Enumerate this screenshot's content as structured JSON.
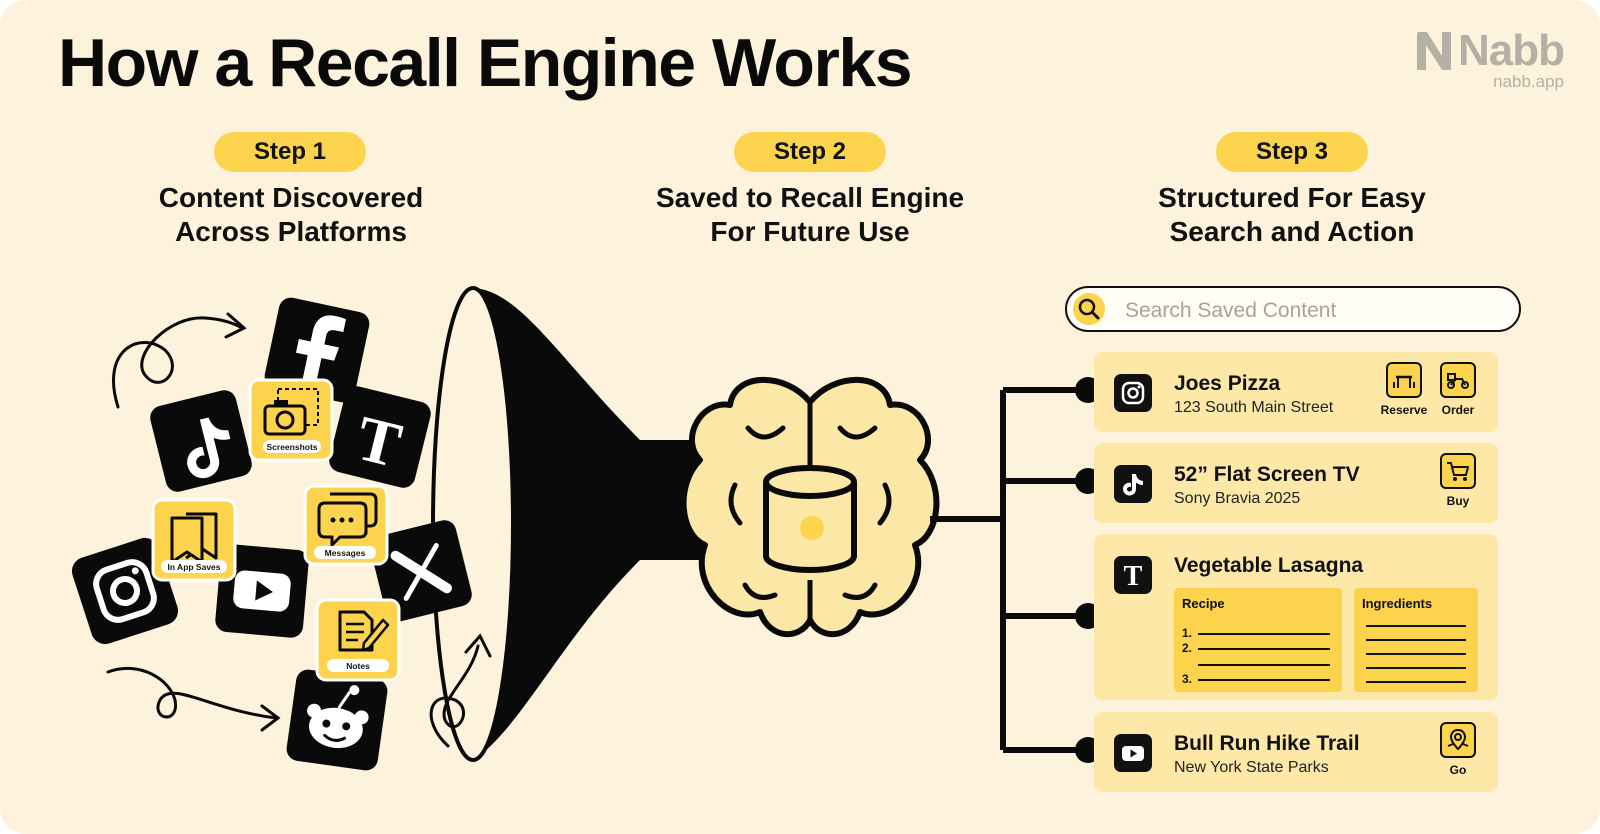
{
  "title": "How a Recall Engine Works",
  "brand": {
    "name": "Nabb",
    "url": "nabb.app"
  },
  "steps": [
    {
      "label": "Step 1",
      "caption_line1": "Content Discovered",
      "caption_line2": "Across Platforms"
    },
    {
      "label": "Step 2",
      "caption_line1": "Saved to Recall Engine",
      "caption_line2": "For Future Use"
    },
    {
      "label": "Step 3",
      "caption_line1": "Structured For Easy",
      "caption_line2": "Search and Action"
    }
  ],
  "sources": {
    "app_icons": [
      "facebook-icon",
      "tiktok-icon",
      "new-york-times-icon",
      "instagram-icon",
      "youtube-icon",
      "x-icon",
      "reddit-icon"
    ],
    "screenshots_label": "Screenshots",
    "in_app_saves_label": "In App Saves",
    "messages_label": "Messages",
    "notes_label": "Notes"
  },
  "search": {
    "placeholder": "Search Saved Content"
  },
  "results": {
    "joes_pizza": {
      "source_icon": "instagram-icon",
      "title": "Joes Pizza",
      "subtitle": "123 South Main Street",
      "actions": [
        "Reserve",
        "Order"
      ]
    },
    "tv": {
      "source_icon": "tiktok-icon",
      "title": "52” Flat Screen TV",
      "subtitle": "Sony Bravia 2025",
      "actions": [
        "Buy"
      ]
    },
    "lasagna": {
      "source_icon": "new-york-times-icon",
      "title": "Vegetable Lasagna",
      "recipe_label": "Recipe",
      "ingredients_label": "Ingredients",
      "steps": [
        "1.",
        "2.",
        "3."
      ]
    },
    "hike": {
      "source_icon": "youtube-icon",
      "title": "Bull Run Hike Trail",
      "subtitle": "New York State Parks",
      "actions": [
        "Go"
      ]
    }
  },
  "colors": {
    "background": "#fdf3dc",
    "accent": "#fcd34d",
    "card": "#fde8a8",
    "brain": "#fbe7a6",
    "ink": "#111111"
  }
}
